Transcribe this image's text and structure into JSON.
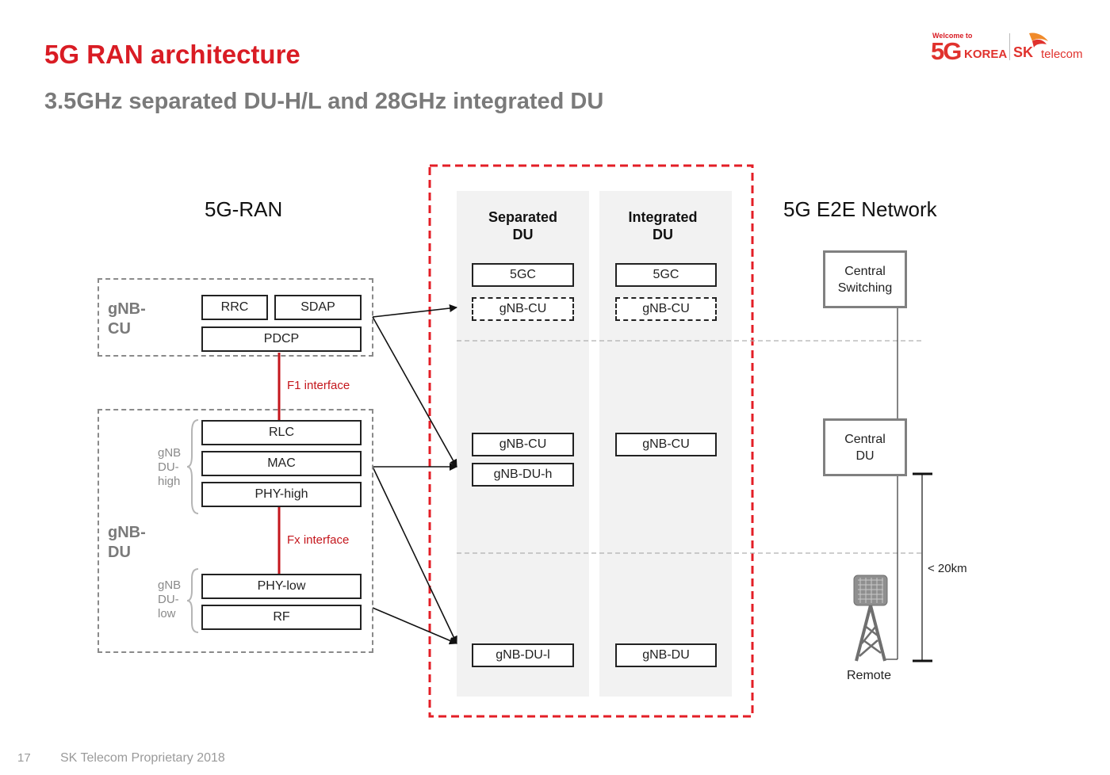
{
  "title": "5G RAN architecture",
  "subtitle": "3.5GHz separated DU-H/L and 28GHz integrated DU",
  "logo": {
    "welcome": "Welcome to",
    "five_g": "5G",
    "korea": "KOREA",
    "sk": "SK",
    "telecom": "telecom",
    "brand_color": "#e0322d"
  },
  "ran": {
    "heading": "5G-RAN",
    "cu_group_label": "gNB-\nCU",
    "du_group_label": "gNB-\nDU",
    "du_high_label": "gNB\nDU-\nhigh",
    "du_low_label": "gNB\nDU-\nlow",
    "rrc": "RRC",
    "sdap": "SDAP",
    "pdcp": "PDCP",
    "f1_interface": "F1 interface",
    "rlc": "RLC",
    "mac": "MAC",
    "phy_high": "PHY-high",
    "fx_interface": "Fx interface",
    "phy_low": "PHY-low",
    "rf": "RF"
  },
  "separated": {
    "heading": "Separated\nDU",
    "top_5gc": "5GC",
    "top_cu": "gNB-CU",
    "mid_cu": "gNB-CU",
    "mid_du_h": "gNB-DU-h",
    "bottom": "gNB-DU-l"
  },
  "integrated": {
    "heading": "Integrated\nDU",
    "top_5gc": "5GC",
    "top_cu": "gNB-CU",
    "mid_cu": "gNB-CU",
    "bottom": "gNB-DU"
  },
  "e2e": {
    "heading": "5G E2E Network",
    "central_switching": "Central\nSwitching",
    "central_du": "Central\nDU",
    "distance": "< 20km",
    "remote": "Remote"
  },
  "footer": {
    "page_number": "17",
    "text": "SK Telecom Proprietary 2018"
  },
  "colors": {
    "accent_red": "#d91c24",
    "subtitle_gray": "#7a7a7a",
    "column_bg": "#f2f2f2"
  }
}
